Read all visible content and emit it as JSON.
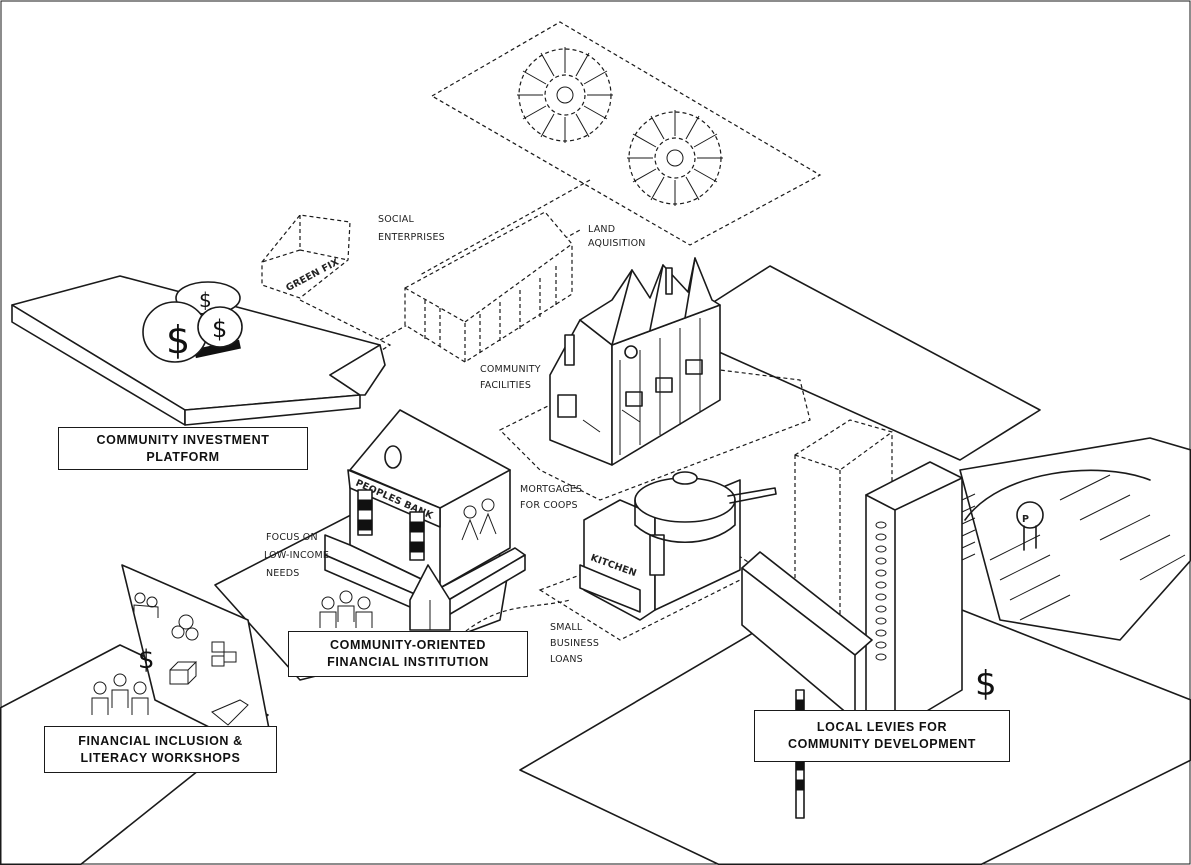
{
  "labels": {
    "community_investment_platform": [
      "COMMUNITY INVESTMENT",
      "PLATFORM"
    ],
    "community_oriented_fi": [
      "COMMUNITY-ORIENTED",
      "FINANCIAL INSTITUTION"
    ],
    "financial_inclusion": [
      "FINANCIAL INCLUSION &",
      "LITERACY WORKSHOPS"
    ],
    "local_levies": [
      "LOCAL LEVIES FOR",
      "COMMUNITY DEVELOPMENT"
    ]
  },
  "annotations": {
    "social_enterprises": [
      "SOCIAL",
      "ENTERPRISES"
    ],
    "land_aquisition": [
      "LAND",
      "AQUISITION"
    ],
    "community_facilities": [
      "COMMUNITY",
      "FACILITIES"
    ],
    "mortgages_for_coops": [
      "MORTGAGES",
      "FOR COOPS"
    ],
    "focus_low_income": [
      "FOCUS ON",
      "LOW-INCOME",
      "NEEDS"
    ],
    "small_business_loans": [
      "SMALL",
      "BUSINESS",
      "LOANS"
    ]
  },
  "signage": {
    "peoples_bank": "PEOPLES BANK",
    "kitchen": "KITCHEN",
    "green_fix": "GREEN FIX",
    "parking": "P",
    "dollar": "$"
  },
  "colors": {
    "ink": "#1a1a1a",
    "paper": "#ffffff"
  }
}
